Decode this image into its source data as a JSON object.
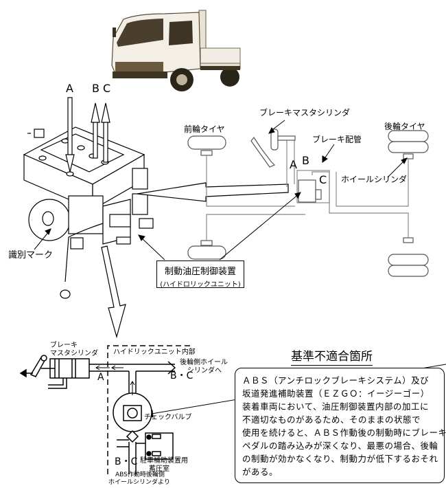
{
  "truck_photo": {
    "description": "Mitsubishi Canter flatbed truck photo (sepia)"
  },
  "port_labels": {
    "a": "A",
    "b": "B",
    "c": "C"
  },
  "unit_labels": {
    "identification_mark": "識別マーク"
  },
  "system_diagram": {
    "front_tire": "前輪タイヤ",
    "rear_tire": "後輪タイヤ",
    "master_cylinder": "ブレーキマスタシリンダ",
    "brake_pipe": "ブレーキ配管",
    "wheel_cylinder": "ホイールシリンダ",
    "port_a": "A",
    "port_b": "B",
    "port_c": "C"
  },
  "control_unit_box": {
    "line1": "制動油圧制御装置",
    "line2": "(ハイドロリックユニット)"
  },
  "hydraulic_diagram": {
    "master_cylinder_line1": "ブレーキ",
    "master_cylinder_line2": "マスタシリンダ",
    "unit_inside": "ハイドリックユニット内部",
    "to_rear_line1": "後輪側ホイール",
    "to_rear_line2": "シリンダへ",
    "port_a": "A",
    "port_bc_top": "B・C",
    "port_bc_bottom": "B・C",
    "check_valve": "チェックバルブ",
    "accumulator_line1": "駐車補助装置用",
    "accumulator_line2": "蓄圧室",
    "from_rear_line1": "ABS作動時後輪側",
    "from_rear_line2": "ホイールシリンダより"
  },
  "defect_note": {
    "heading": "基準不適合箇所",
    "lines": [
      "ＡＢＳ（アンチロックブレーキシステム）及び",
      "坂道発進補助装置（ＥＺＧＯ：イージーゴー）",
      "装着車両において、油圧制御装置内部の加工に",
      "不適切なものがあるため、そのままの状態で",
      "使用を続けると、ＡＢＳ作動後の制動時にブレーキ",
      "ペダルの踏み込みが深くなり、最悪の場合、後輪",
      "の制動が効かなくなり、制動力が低下するおそれ",
      "がある。"
    ]
  }
}
